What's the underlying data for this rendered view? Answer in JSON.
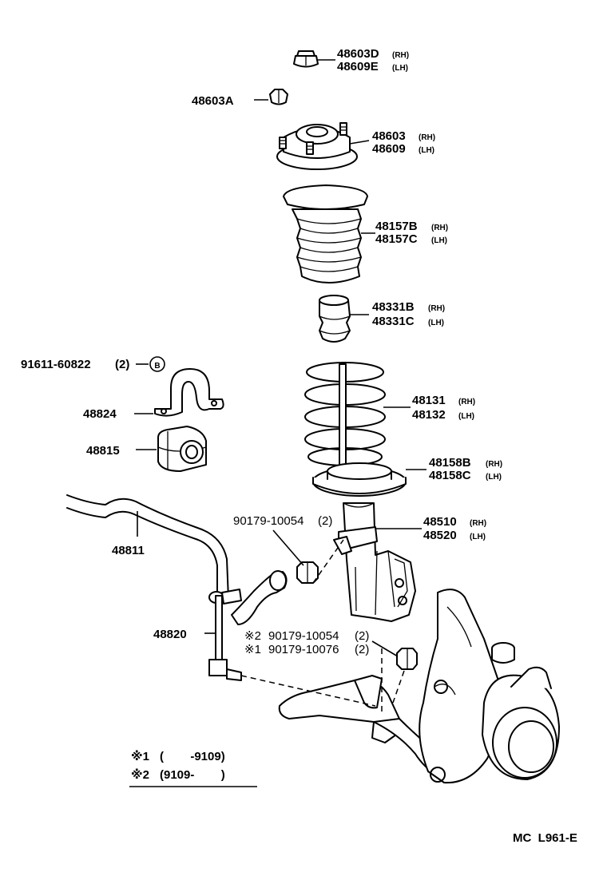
{
  "labels": {
    "p48603D": {
      "num": "48603D",
      "side": "(RH)"
    },
    "p48609E": {
      "num": "48609E",
      "side": "(LH)"
    },
    "p48603A": {
      "num": "48603A"
    },
    "p48603": {
      "num": "48603",
      "side": "(RH)"
    },
    "p48609": {
      "num": "48609",
      "side": "(LH)"
    },
    "p48157B": {
      "num": "48157B",
      "side": "(RH)"
    },
    "p48157C": {
      "num": "48157C",
      "side": "(LH)"
    },
    "p48331B": {
      "num": "48331B",
      "side": "(RH)"
    },
    "p48331C": {
      "num": "48331C",
      "side": "(LH)"
    },
    "p91611": {
      "num": "91611-60822",
      "qty": "(2)",
      "symbol": "B"
    },
    "p48131": {
      "num": "48131",
      "side": "(RH)"
    },
    "p48132": {
      "num": "48132",
      "side": "(LH)"
    },
    "p48824": {
      "num": "48824"
    },
    "p48815": {
      "num": "48815"
    },
    "p48158B": {
      "num": "48158B",
      "side": "(RH)"
    },
    "p48158C": {
      "num": "48158C",
      "side": "(LH)"
    },
    "p90179a": {
      "num": "90179-10054",
      "qty": "(2)"
    },
    "p48510": {
      "num": "48510",
      "side": "(RH)"
    },
    "p48520": {
      "num": "48520",
      "side": "(LH)"
    },
    "p48811": {
      "num": "48811"
    },
    "p48820": {
      "num": "48820"
    },
    "p90179b": {
      "mark": "※2",
      "num": "90179-10054",
      "qty": "(2)"
    },
    "p90179c": {
      "mark": "※1",
      "num": "90179-10076",
      "qty": "(2)"
    }
  },
  "notes": {
    "note1": {
      "mark": "※1",
      "text": "(        -9109)"
    },
    "note2": {
      "mark": "※2",
      "text": "(9109-        )"
    }
  },
  "figure_code": "MC  L961-E"
}
